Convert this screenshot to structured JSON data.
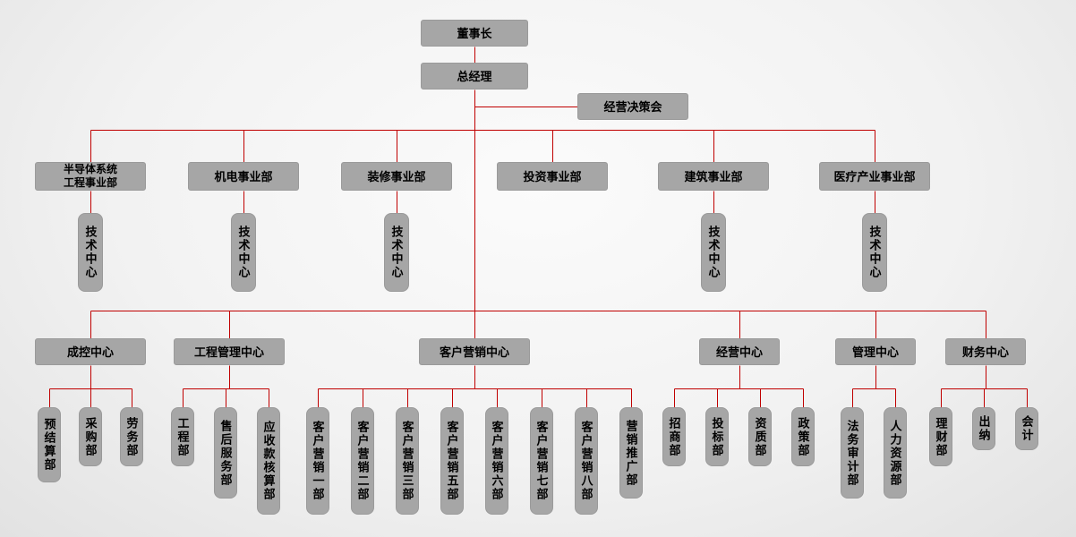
{
  "colors": {
    "line": "#c00000",
    "node_fill": "#a6a6a6",
    "node_text": "#000000"
  },
  "top": {
    "chairman": "董事长",
    "general_manager": "总经理",
    "committee": "经营决策会"
  },
  "divisions": [
    {
      "label": "半导体系统\n工程事业部",
      "tech": "技术中心"
    },
    {
      "label": "机电事业部",
      "tech": "技术中心"
    },
    {
      "label": "装修事业部",
      "tech": "技术中心"
    },
    {
      "label": "投资事业部"
    },
    {
      "label": "建筑事业部",
      "tech": "技术中心"
    },
    {
      "label": "医疗产业事业部",
      "tech": "技术中心"
    }
  ],
  "centers": [
    {
      "label": "成控中心",
      "children": [
        "预结算部",
        "采购部",
        "劳务部"
      ]
    },
    {
      "label": "工程管理中心",
      "children": [
        "工程部",
        "售后服务部",
        "应收款核算部"
      ]
    },
    {
      "label": "客户营销中心",
      "children": [
        "客户营销一部",
        "客户营销二部",
        "客户营销三部",
        "客户营销五部",
        "客户营销六部",
        "客户营销七部",
        "客户营销八部",
        "营销推广部"
      ]
    },
    {
      "label": "经营中心",
      "children": [
        "招商部",
        "投标部",
        "资质部",
        "政策部"
      ]
    },
    {
      "label": "管理中心",
      "children": [
        "法务审计部",
        "人力资源部"
      ]
    },
    {
      "label": "财务中心",
      "children": [
        "理财部",
        "出纳",
        "会计"
      ]
    }
  ]
}
